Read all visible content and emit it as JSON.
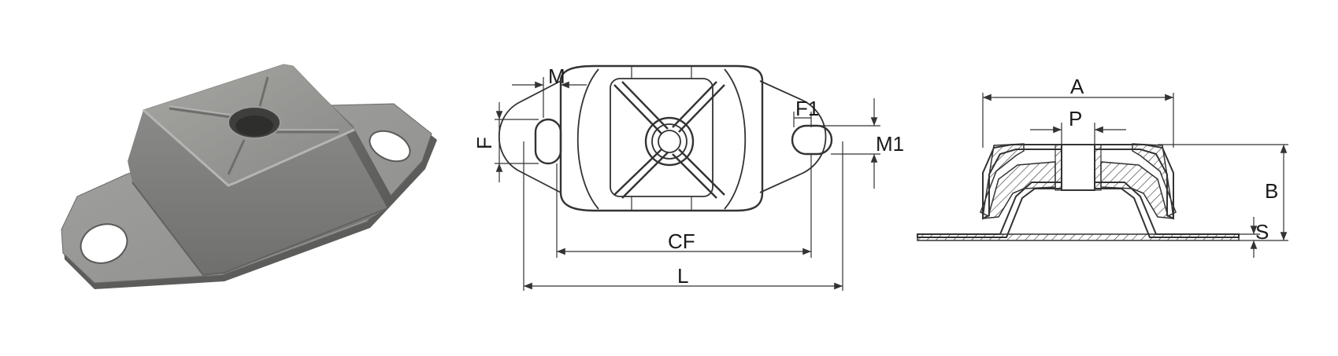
{
  "labels": {
    "m": "M",
    "f": "F",
    "f1": "F1",
    "m1": "M1",
    "cf": "CF",
    "l": "L",
    "a": "A",
    "p": "P",
    "b": "B",
    "s": "S"
  },
  "colors": {
    "line": "#333333",
    "metal_light": "#9a9a98",
    "metal_mid": "#7c7c7a",
    "metal_dark": "#4a4a48",
    "background": "#ffffff"
  }
}
